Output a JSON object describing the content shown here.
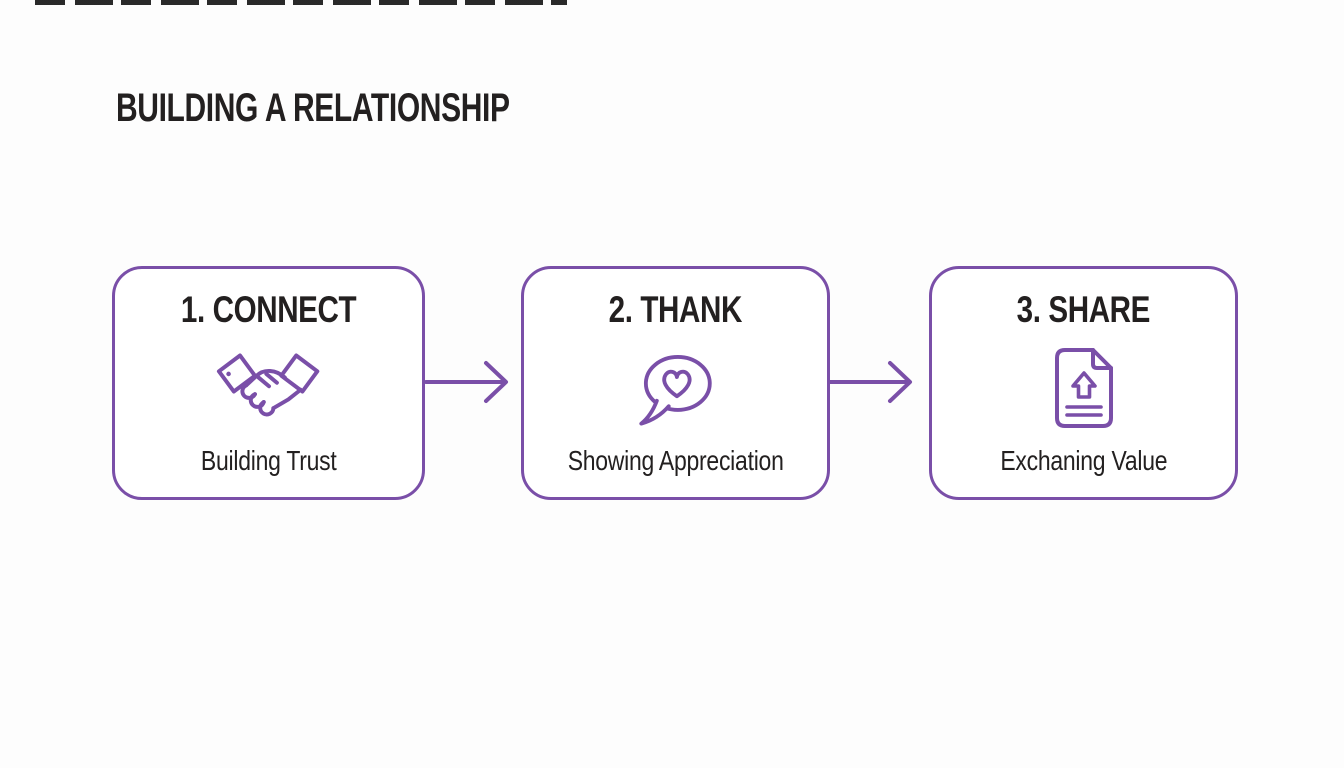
{
  "page": {
    "background": "#fdfdfd",
    "accent_color": "#7a4fa8",
    "text_color": "#232020"
  },
  "title": "BUILDING A RELATIONSHIP",
  "steps": [
    {
      "heading": "1. CONNECT",
      "icon": "handshake-icon",
      "caption": "Building Trust"
    },
    {
      "heading": "2. THANK",
      "icon": "speech-bubble-heart-icon",
      "caption": "Showing Appreciation"
    },
    {
      "heading": "3. SHARE",
      "icon": "document-upload-icon",
      "caption": "Exchaning Value"
    }
  ],
  "connectors": [
    {
      "from": "1. CONNECT",
      "to": "2. THANK",
      "style": "arrow-right"
    },
    {
      "from": "2. THANK",
      "to": "3. SHARE",
      "style": "arrow-right"
    }
  ]
}
